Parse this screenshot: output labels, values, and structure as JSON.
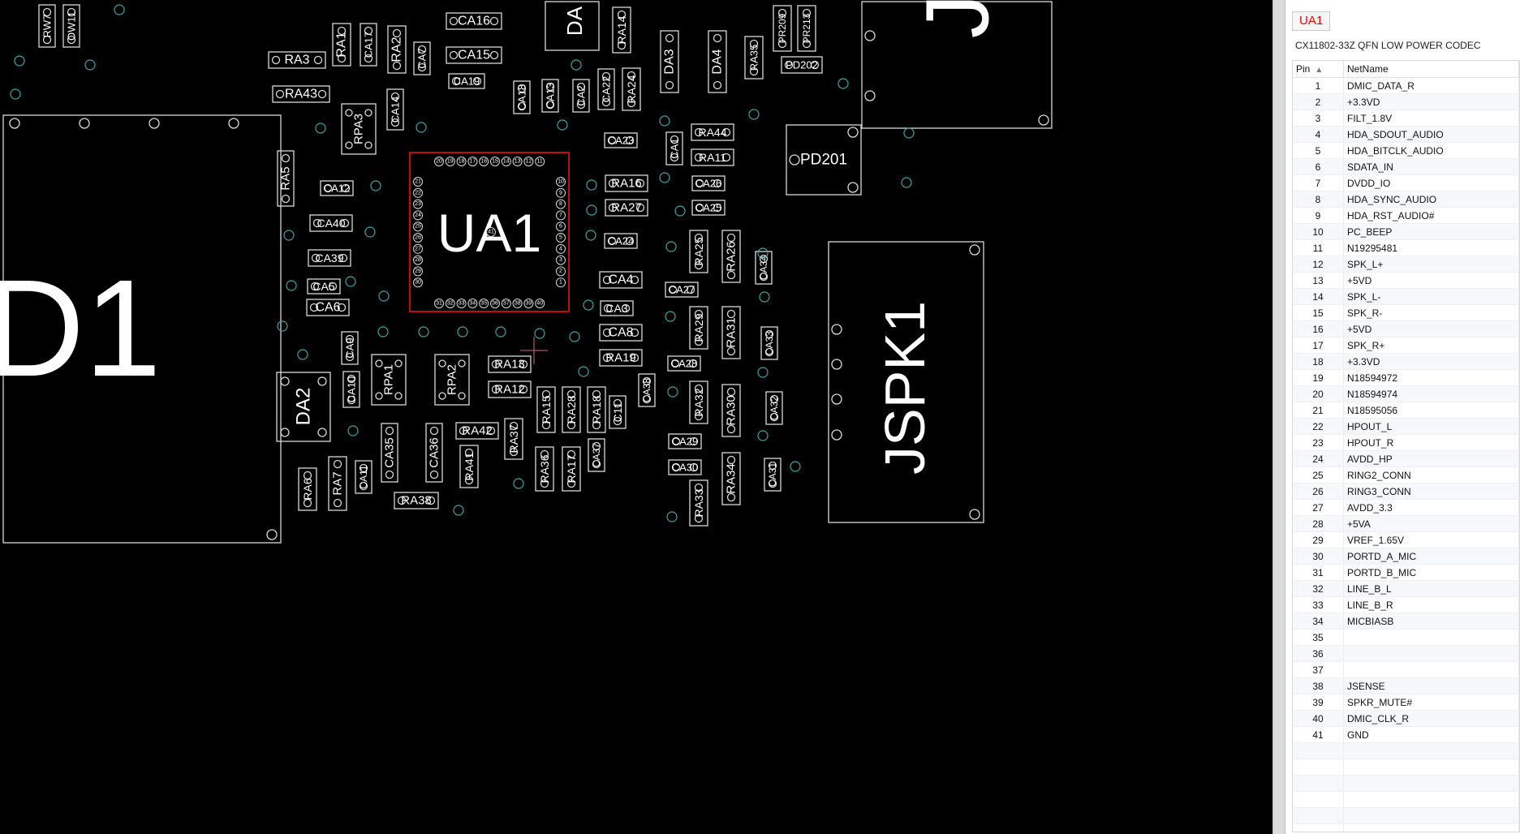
{
  "side_panel": {
    "part_tag": "UA1",
    "part_description": "CX11802-33Z QFN LOW POWER CODEC",
    "columns": {
      "pin": "Pin",
      "netname": "NetName"
    },
    "sort_icon": "sort-ascending-icon",
    "pins": [
      {
        "pin": "1",
        "net": "DMIC_DATA_R"
      },
      {
        "pin": "2",
        "net": "+3.3VD"
      },
      {
        "pin": "3",
        "net": "FILT_1.8V"
      },
      {
        "pin": "4",
        "net": "HDA_SDOUT_AUDIO"
      },
      {
        "pin": "5",
        "net": "HDA_BITCLK_AUDIO"
      },
      {
        "pin": "6",
        "net": "SDATA_IN"
      },
      {
        "pin": "7",
        "net": "DVDD_IO"
      },
      {
        "pin": "8",
        "net": "HDA_SYNC_AUDIO"
      },
      {
        "pin": "9",
        "net": "HDA_RST_AUDIO#"
      },
      {
        "pin": "10",
        "net": "PC_BEEP"
      },
      {
        "pin": "11",
        "net": "N19295481"
      },
      {
        "pin": "12",
        "net": "SPK_L+"
      },
      {
        "pin": "13",
        "net": "+5VD"
      },
      {
        "pin": "14",
        "net": "SPK_L-"
      },
      {
        "pin": "15",
        "net": "SPK_R-"
      },
      {
        "pin": "16",
        "net": "+5VD"
      },
      {
        "pin": "17",
        "net": "SPK_R+"
      },
      {
        "pin": "18",
        "net": "+3.3VD"
      },
      {
        "pin": "19",
        "net": "N18594972"
      },
      {
        "pin": "20",
        "net": "N18594974"
      },
      {
        "pin": "21",
        "net": "N18595056"
      },
      {
        "pin": "22",
        "net": "HPOUT_L"
      },
      {
        "pin": "23",
        "net": "HPOUT_R"
      },
      {
        "pin": "24",
        "net": "AVDD_HP"
      },
      {
        "pin": "25",
        "net": "RING2_CONN"
      },
      {
        "pin": "26",
        "net": "RING3_CONN"
      },
      {
        "pin": "27",
        "net": "AVDD_3.3"
      },
      {
        "pin": "28",
        "net": "+5VA"
      },
      {
        "pin": "29",
        "net": "VREF_1.65V"
      },
      {
        "pin": "30",
        "net": "PORTD_A_MIC"
      },
      {
        "pin": "31",
        "net": "PORTD_B_MIC"
      },
      {
        "pin": "32",
        "net": "LINE_B_L"
      },
      {
        "pin": "33",
        "net": "LINE_B_R"
      },
      {
        "pin": "34",
        "net": "MICBIASB"
      },
      {
        "pin": "35",
        "net": ""
      },
      {
        "pin": "36",
        "net": ""
      },
      {
        "pin": "37",
        "net": ""
      },
      {
        "pin": "38",
        "net": "JSENSE"
      },
      {
        "pin": "39",
        "net": "SPKR_MUTE#"
      },
      {
        "pin": "40",
        "net": "DMIC_CLK_R"
      },
      {
        "pin": "41",
        "net": "GND"
      }
    ],
    "empty_rows": 7
  },
  "board": {
    "background": "#000000",
    "outline_color": "#d9d9d9",
    "selection_color": "#d01010",
    "via_color": "#3fa5a5",
    "selected": "UA1",
    "chip_pins": {
      "top": [
        "20",
        "19",
        "18",
        "17",
        "16",
        "15",
        "14",
        "13",
        "12",
        "11"
      ],
      "left": [
        "21",
        "22",
        "23",
        "24",
        "25",
        "26",
        "27",
        "28",
        "29",
        "30"
      ],
      "right": [
        "10",
        "9",
        "8",
        "7",
        "6",
        "5",
        "4",
        "3",
        "2",
        "1"
      ],
      "bottom": [
        "31",
        "32",
        "33",
        "34",
        "35",
        "36",
        "37",
        "38",
        "39",
        "40"
      ],
      "center": "41"
    },
    "labels": {
      "UA1": "UA1",
      "D1": "D1",
      "JSPK1": "JSPK1",
      "PD201": "PD201",
      "J": "J",
      "DA2": "DA2",
      "DA": "DA",
      "RW7": "RW7",
      "OW11": "OW11",
      "RA1": "RA1",
      "CA17": "CA17",
      "RA2": "RA2",
      "CA7": "CA7",
      "CA16": "CA16",
      "CA15": "CA15",
      "CA19": "CA19",
      "RA14": "RA14",
      "DA3": "DA3",
      "DA4": "DA4",
      "RA35": "RA35",
      "PR209": "PR209",
      "PR213": "PR213",
      "PD202": "PD202",
      "RA3": "RA3",
      "RA43": "RA43",
      "RPA3": "RPA3",
      "CA14": "CA14",
      "CA18": "CA18",
      "CA13": "CA13",
      "CA2": "CA2",
      "CA22": "CA22",
      "RA24": "RA24",
      "CA23": "CA23",
      "CA1": "CA1",
      "RA44": "RA44",
      "RA11": "RA11",
      "RA5": "RA5",
      "CA12": "CA12",
      "RA16": "RA16",
      "CA26": "CA26",
      "CA40": "CA40",
      "RA27": "RA27",
      "CA25": "CA25",
      "CA24": "CA24",
      "RA25": "RA25",
      "RA26": "RA26",
      "CA34": "CA34",
      "CA39": "CA39",
      "CA5": "CA5",
      "CA6": "CA6",
      "CA4": "CA4",
      "CA27": "CA27",
      "CA3": "CA3",
      "CA8": "CA8",
      "RA29": "RA29",
      "RA31": "RA31",
      "CA33": "CA33",
      "CA9": "CA9",
      "RA19": "RA19",
      "RA13": "RA13",
      "CA28": "CA28",
      "RPA1": "RPA1",
      "RPA2": "RPA2",
      "CA10": "CA10",
      "RA12": "RA12",
      "CA38": "CA38",
      "RA15": "RA15",
      "RA28": "RA28",
      "RA18": "RA18",
      "C11": "C11",
      "RA32": "RA32",
      "RA30": "RA30",
      "CA32": "CA32",
      "RA42": "RA42",
      "RA37": "RA37",
      "CA35": "CA35",
      "CA36": "CA36",
      "CA29": "CA29",
      "CA37": "CA37",
      "RA41": "RA41",
      "RA36": "RA36",
      "RA17": "RA17",
      "CA30": "CA30",
      "RA34": "RA34",
      "CA31": "CA31",
      "RA6": "RA6",
      "RA7": "RA7",
      "CA11": "CA11",
      "RA38": "RA38",
      "RA33": "RA33"
    }
  }
}
